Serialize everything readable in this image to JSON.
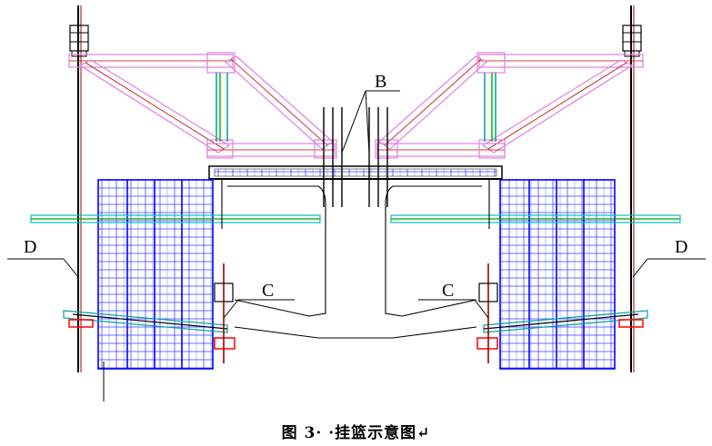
{
  "labels": {
    "b": "B",
    "c_left": "C",
    "c_right": "C",
    "d_left": "D",
    "d_right": "D"
  },
  "caption": "图 3· ·挂篮示意图↵",
  "colors": {
    "truss": "#e080e0",
    "truss_inner": "#c00000",
    "cage": "#0000ff",
    "cage_light": "#00c0ff",
    "cyan": "#00c0c0",
    "green": "#00a000",
    "steel": "#000000",
    "red": "#ff0000",
    "olive": "#808000"
  }
}
